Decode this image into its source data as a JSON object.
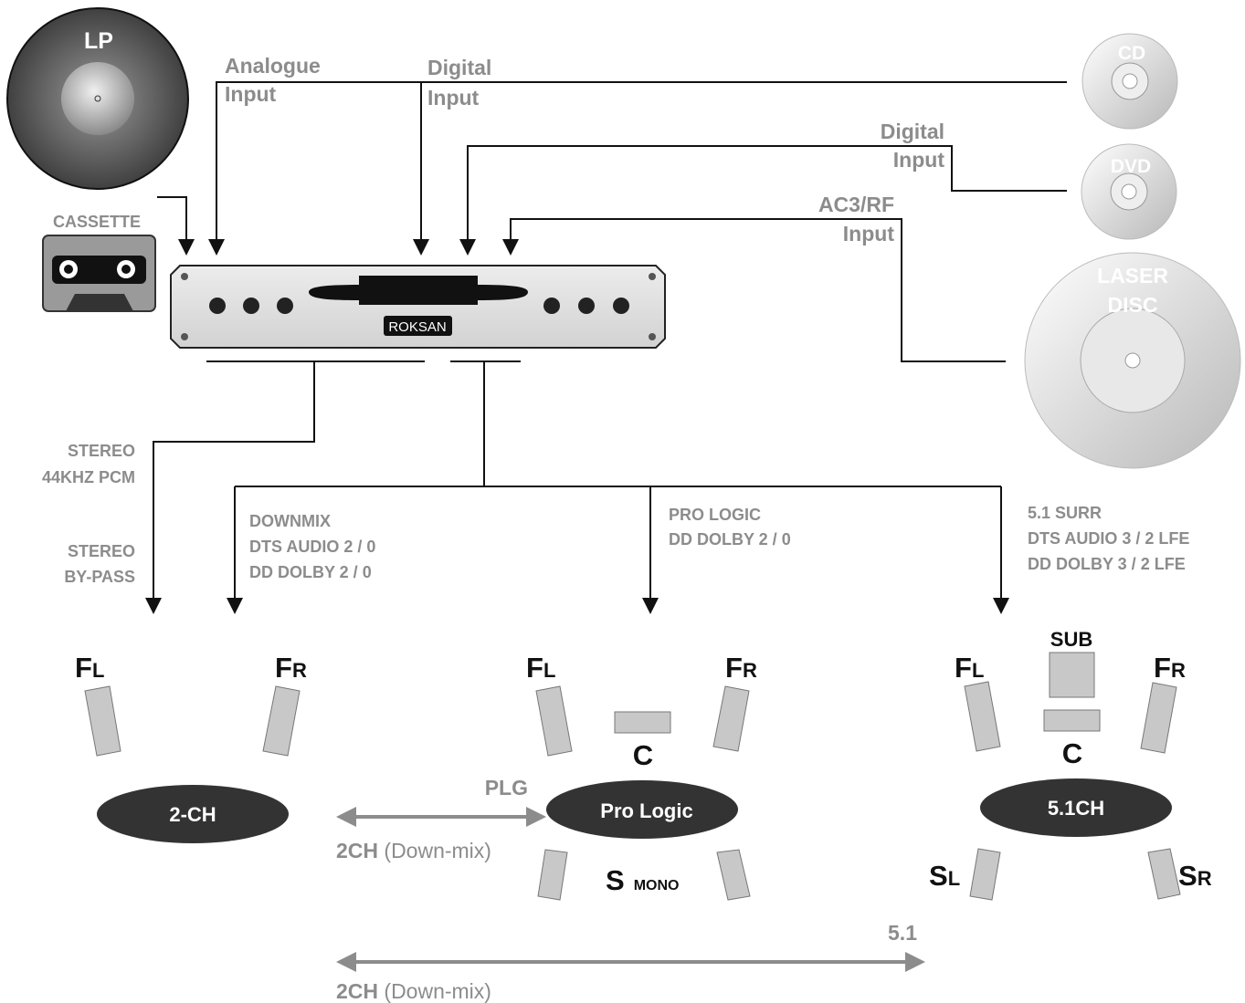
{
  "sources": {
    "lp": "LP",
    "cassette": "CASSETTE",
    "cd": "CD",
    "dvd": "DVD",
    "laser_disc": [
      "LASER",
      "DISC"
    ]
  },
  "inputs": {
    "analogue": [
      "Analogue",
      "Input"
    ],
    "digital_cd": [
      "Digital",
      "Input"
    ],
    "digital_dvd": [
      "Digital",
      "Input"
    ],
    "ac3rf": [
      "AC3/RF",
      "Input"
    ]
  },
  "device": {
    "brand": "ROKSAN"
  },
  "outputs": {
    "stereo_pcm": [
      "STEREO",
      "44KHZ PCM"
    ],
    "stereo_bypass": [
      "STEREO",
      "BY-PASS"
    ],
    "downmix": [
      "DOWNMIX",
      "DTS AUDIO 2 / 0",
      "DD DOLBY  2 / 0"
    ],
    "pro_logic": [
      "PRO LOGIC",
      "DD DOLBY  2 / 0"
    ],
    "surround": [
      "5.1  SURR",
      "DTS AUDIO 3 / 2  LFE",
      "DD DOLBY  3 / 2  LFE"
    ]
  },
  "speakers": {
    "fl": "F",
    "fl_sub": "L",
    "fr": "F",
    "fr_sub": "R",
    "center": "C",
    "sub": "SUB",
    "sl": "S",
    "sl_sub": "L",
    "sr": "S",
    "sr_sub": "R",
    "s_mono": "S",
    "s_mono_sub": "MONO"
  },
  "modes": {
    "two_ch": "2-CH",
    "pro_logic": "Pro Logic",
    "five_one": "5.1CH"
  },
  "arrows": {
    "plg": "PLG",
    "downmix_1_bold": "2CH",
    "downmix_1_rest": " (Down-mix)",
    "five_one": "5.1",
    "downmix_2_bold": "2CH",
    "downmix_2_rest": " (Down-mix)"
  },
  "colors": {
    "label_grey": "#8c8c8c",
    "speaker_fill": "#c8c8c8",
    "mode_fill": "#333333"
  }
}
